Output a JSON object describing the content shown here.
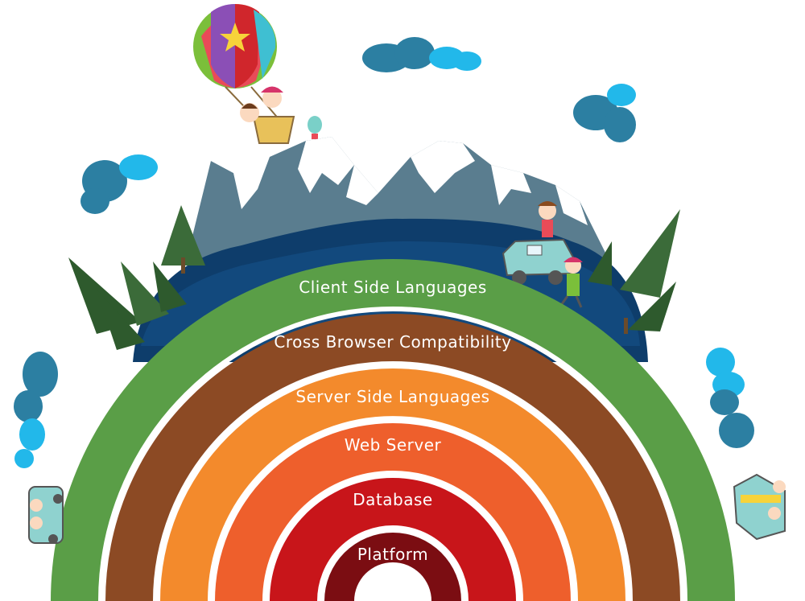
{
  "layers": [
    {
      "label": "Client Side Languages",
      "color": "#5a9e47"
    },
    {
      "label": "Cross Browser Compatibility",
      "color": "#8c4a24"
    },
    {
      "label": "Server Side Languages",
      "color": "#f38a2c"
    },
    {
      "label": "Web Server",
      "color": "#ee5f2c"
    },
    {
      "label": "Database",
      "color": "#c8151a"
    },
    {
      "label": "Platform",
      "color": "#7b0d12"
    }
  ],
  "colors": {
    "mountain": "#5a7d8f",
    "snow": "#ffffff",
    "hill": "#0e3d6b",
    "tree": "#3b6b39",
    "cloud_dark": "#2c7fa2",
    "cloud_light": "#22b8ea"
  }
}
